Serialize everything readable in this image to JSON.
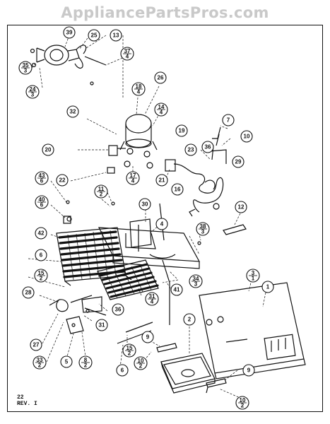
{
  "watermark": "AppliancePartsPros.com",
  "page_note": {
    "line1": "22",
    "line2": "REV. I"
  },
  "callouts": [
    {
      "id": "c39",
      "top": "39",
      "bottom": ""
    },
    {
      "id": "c25",
      "top": "25",
      "bottom": ""
    },
    {
      "id": "c13",
      "top": "13",
      "bottom": ""
    },
    {
      "id": "c35",
      "top": "35",
      "bottom": "3"
    },
    {
      "id": "c37",
      "top": "37",
      "bottom": "4"
    },
    {
      "id": "c24",
      "top": "24",
      "bottom": "3"
    },
    {
      "id": "c26",
      "top": "26",
      "bottom": ""
    },
    {
      "id": "c18",
      "top": "18",
      "bottom": "4"
    },
    {
      "id": "c32",
      "top": "32",
      "bottom": ""
    },
    {
      "id": "c14",
      "top": "14",
      "bottom": "4"
    },
    {
      "id": "c7",
      "top": "7",
      "bottom": ""
    },
    {
      "id": "c10",
      "top": "10",
      "bottom": ""
    },
    {
      "id": "c19",
      "top": "19",
      "bottom": ""
    },
    {
      "id": "c20",
      "top": "20",
      "bottom": ""
    },
    {
      "id": "c23",
      "top": "23",
      "bottom": ""
    },
    {
      "id": "c36",
      "top": "36",
      "bottom": ""
    },
    {
      "id": "c29",
      "top": "29",
      "bottom": ""
    },
    {
      "id": "c22",
      "top": "22",
      "bottom": ""
    },
    {
      "id": "c17",
      "top": "17",
      "bottom": "4"
    },
    {
      "id": "c21",
      "top": "21",
      "bottom": ""
    },
    {
      "id": "c16",
      "top": "16",
      "bottom": ""
    },
    {
      "id": "c43",
      "top": "43",
      "bottom": "6"
    },
    {
      "id": "c11",
      "top": "11",
      "bottom": "2"
    },
    {
      "id": "c40",
      "top": "40",
      "bottom": "6"
    },
    {
      "id": "c30",
      "top": "30",
      "bottom": ""
    },
    {
      "id": "c12",
      "top": "12",
      "bottom": ""
    },
    {
      "id": "c4",
      "top": "4",
      "bottom": ""
    },
    {
      "id": "c42",
      "top": "42",
      "bottom": ""
    },
    {
      "id": "c38",
      "top": "38",
      "bottom": "3"
    },
    {
      "id": "c6a",
      "top": "6",
      "bottom": ""
    },
    {
      "id": "c15a",
      "top": "15",
      "bottom": "2"
    },
    {
      "id": "c3",
      "top": "3",
      "bottom": "1"
    },
    {
      "id": "c34",
      "top": "34",
      "bottom": "3"
    },
    {
      "id": "c1",
      "top": "1",
      "bottom": ""
    },
    {
      "id": "c41",
      "top": "41",
      "bottom": ""
    },
    {
      "id": "c28",
      "top": "28",
      "bottom": ""
    },
    {
      "id": "c31a",
      "top": "31",
      "bottom": "4"
    },
    {
      "id": "c36b",
      "top": "36",
      "bottom": ""
    },
    {
      "id": "c27",
      "top": "27",
      "bottom": ""
    },
    {
      "id": "c31b",
      "top": "31",
      "bottom": ""
    },
    {
      "id": "c2",
      "top": "2",
      "bottom": ""
    },
    {
      "id": "c33",
      "top": "33",
      "bottom": "2"
    },
    {
      "id": "c5",
      "top": "5",
      "bottom": ""
    },
    {
      "id": "c8",
      "top": "8",
      "bottom": "2"
    },
    {
      "id": "c15b",
      "top": "15",
      "bottom": "2"
    },
    {
      "id": "c9a",
      "top": "9",
      "bottom": ""
    },
    {
      "id": "c10b",
      "top": "10",
      "bottom": "2"
    },
    {
      "id": "c6b",
      "top": "6",
      "bottom": ""
    },
    {
      "id": "c9b",
      "top": "9",
      "bottom": ""
    },
    {
      "id": "c10c",
      "top": "10",
      "bottom": "2"
    }
  ]
}
